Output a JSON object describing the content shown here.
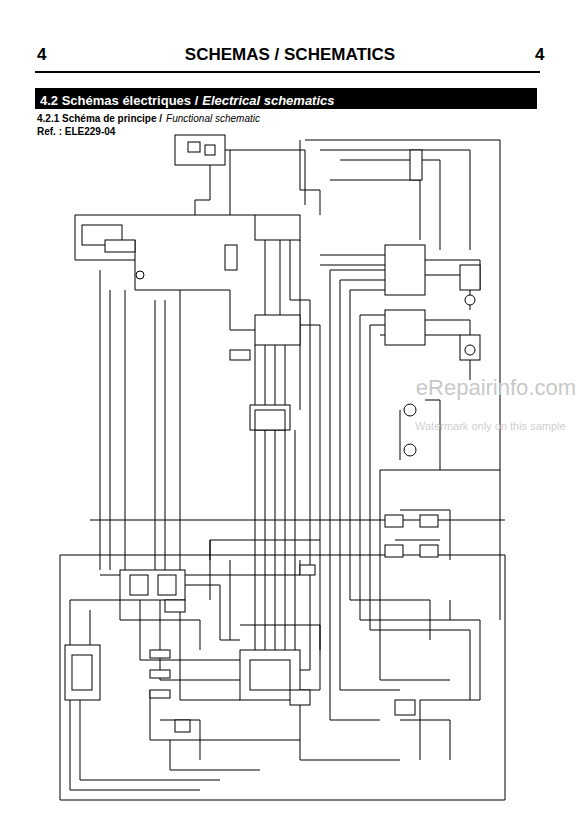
{
  "diagram": {
    "title": "SCHEMAS / SCHEMATICS",
    "nodes": [
      {
        "text": [
          "4.2 Schémas électriques /",
          "Electrical schematics"
        ]
      }
    ],
    "edges": [],
    "labels": [
      "4",
      "4",
      "4.2.1 Schéma de principe /",
      "Functional schematic",
      "Ref. : ELE229-04",
      "eRepairinfo.com",
      "Watermark only on this sample"
    ]
  }
}
